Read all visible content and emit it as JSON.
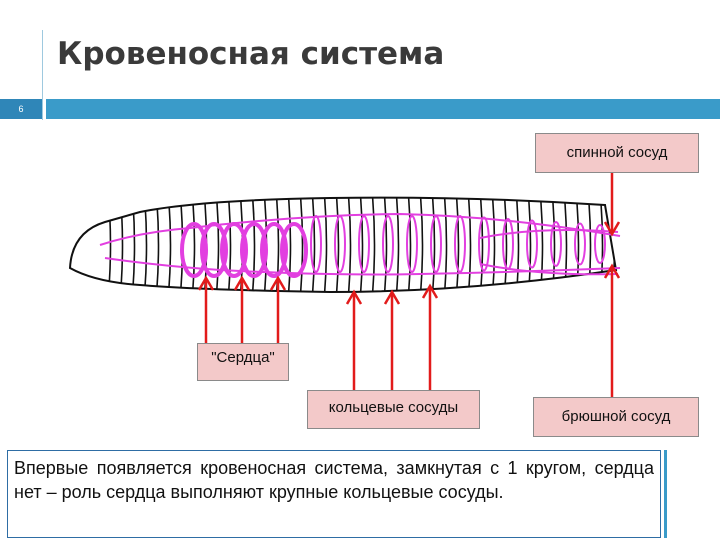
{
  "slide": {
    "title": "Кровеносная система",
    "number": "6"
  },
  "labels": {
    "dorsal_vessel": "спинной сосуд",
    "hearts": "\"Сердца\"",
    "ring_vessels": "кольцевые сосуды",
    "ventral_vessel": "брюшной сосуд"
  },
  "info_text": "Впервые появляется кровеносная система, замкнутая с 1 кругом, сердца нет – роль сердца выполняют крупные кольцевые сосуды.",
  "colors": {
    "accent": "#3a9bc9",
    "vessel": "#e23fe0",
    "arrow": "#e21b1b",
    "label_fill": "#f3c9c9"
  }
}
